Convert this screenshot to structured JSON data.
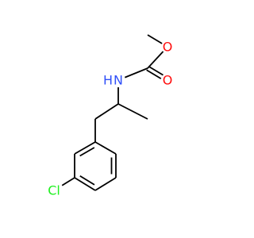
{
  "molecule": {
    "atoms": [
      {
        "id": "c-methyl",
        "element": "C"
      },
      {
        "id": "o-ester",
        "element": "O",
        "label": "O",
        "color": "#ff0d0d"
      },
      {
        "id": "c-carbonyl",
        "element": "C"
      },
      {
        "id": "o-carbonyl",
        "element": "O",
        "label": "O",
        "color": "#ff0d0d"
      },
      {
        "id": "n-amide",
        "element": "N",
        "label": "N",
        "hlabel": "H",
        "color": "#3050f8"
      },
      {
        "id": "c-chiral",
        "element": "C"
      },
      {
        "id": "c-methyl2",
        "element": "C"
      },
      {
        "id": "c-methylene",
        "element": "C"
      },
      {
        "id": "c-ring1",
        "element": "C"
      },
      {
        "id": "c-ring2",
        "element": "C"
      },
      {
        "id": "c-ring3",
        "element": "C"
      },
      {
        "id": "c-ring4",
        "element": "C"
      },
      {
        "id": "c-ring5",
        "element": "C"
      },
      {
        "id": "c-ring6",
        "element": "C"
      },
      {
        "id": "cl",
        "element": "Cl",
        "label": "Cl",
        "color": "#1ff01f"
      }
    ],
    "bonds": [
      {
        "a": "c-methyl",
        "b": "o-ester",
        "order": 1
      },
      {
        "a": "o-ester",
        "b": "c-carbonyl",
        "order": 1
      },
      {
        "a": "c-carbonyl",
        "b": "o-carbonyl",
        "order": 2
      },
      {
        "a": "c-carbonyl",
        "b": "n-amide",
        "order": 1
      },
      {
        "a": "n-amide",
        "b": "c-chiral",
        "order": 1
      },
      {
        "a": "c-chiral",
        "b": "c-methyl2",
        "order": 1
      },
      {
        "a": "c-chiral",
        "b": "c-methylene",
        "order": 1
      },
      {
        "a": "c-methylene",
        "b": "c-ring1",
        "order": 1
      },
      {
        "a": "c-ring1",
        "b": "c-ring2",
        "order": 2
      },
      {
        "a": "c-ring2",
        "b": "c-ring3",
        "order": 1
      },
      {
        "a": "c-ring3",
        "b": "c-ring4",
        "order": 2
      },
      {
        "a": "c-ring4",
        "b": "c-ring5",
        "order": 1
      },
      {
        "a": "c-ring5",
        "b": "c-ring6",
        "order": 2
      },
      {
        "a": "c-ring6",
        "b": "c-ring1",
        "order": 1
      },
      {
        "a": "c-ring3",
        "b": "cl",
        "order": 1
      }
    ],
    "bond_color": "#000000"
  }
}
